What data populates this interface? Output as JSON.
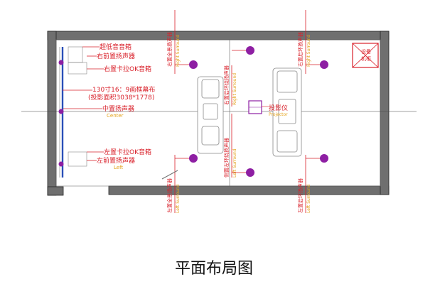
{
  "title": "平面布局图",
  "colors": {
    "wall": "#6f6f6f",
    "label_red": "#d9202a",
    "label_yellow": "#e3a21a",
    "speaker_dot": "#8e1fa3",
    "screen_blue": "#2a4fb8"
  },
  "labels": {
    "subwoofer": "超低音音箱",
    "front_right": "右前置扬声器",
    "karaoke_right": "右置卡拉OK音箱",
    "screen_line1": "130寸16：9画框幕布",
    "screen_line2": "(投影面积3038*1778)",
    "center_cn": "中置扬声器",
    "center_en": "Center",
    "karaoke_left": "左置卡拉OK音箱",
    "front_left": "左前置扬声器",
    "front_left_en": "Left",
    "projector_cn": "投影仪",
    "projector_en": "Projector",
    "equipment_line1": "设备",
    "equipment_line2": "机柜",
    "right_surround_top": "右置全景扬声器",
    "right_surround_top_en": "Right Surround",
    "right_rear_top": "右置后环绕扬声器",
    "right_rear_top_en": "Right Surround",
    "right_back_top": "右置后环扬声器",
    "right_back_top_en": "Right Surround",
    "left_surround_bottom": "左置全景扬声器",
    "left_surround_bottom_en": "Left Surround",
    "left_rear_bottom": "侧置左环绕扬声器",
    "left_rear_bottom_en": "Left Surround",
    "left_back_bottom": "左置后环扬声器",
    "left_back_bottom_en": "Left Surround"
  }
}
